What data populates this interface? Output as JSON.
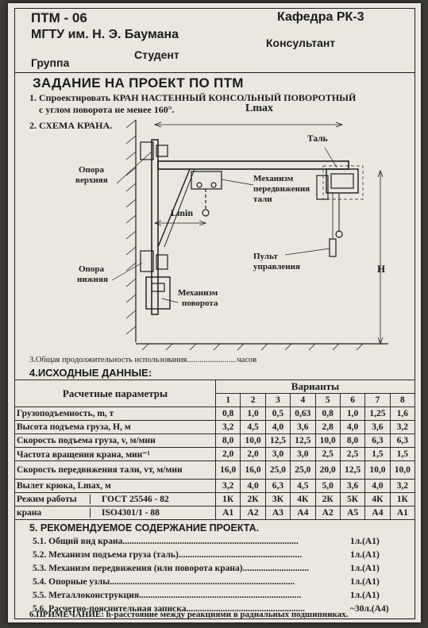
{
  "header": {
    "code": "ПТМ - 06",
    "department": "Кафедра РК-3",
    "university": "МГТУ им. Н. Э. Баумана",
    "consultant": "Консультант",
    "group": "Группа",
    "student": "Студент"
  },
  "title": "ЗАДАНИЕ НА ПРОЕКТ ПО ПТМ",
  "task1_line1": "1. Спроектировать КРАН НАСТЕННЫЙ КОНСОЛЬНЫЙ ПОВОРОТНЫЙ",
  "task1_line2": "с углом поворота   не менее 160°.",
  "lmax_label": "Lmax",
  "scheme_title": "2. СХЕМА КРАНА.",
  "diagram_labels": {
    "hoist": "Таль",
    "support_top_1": "Опора",
    "support_top_2": "верхняя",
    "trolley_mech_1": "Механизм",
    "trolley_mech_2": "передвижения",
    "trolley_mech_3": "тали",
    "lmin": "Lmin",
    "pendant_1": "Пульт",
    "pendant_2": "управления",
    "h": "H",
    "support_bottom_1": "Опора",
    "support_bottom_2": "нижняя",
    "rotation_mech_1": "Механизм",
    "rotation_mech_2": "поворота"
  },
  "task3": "3.Общая продолжительность использования........................часов",
  "task4": "4.ИСХОДНЫЕ ДАННЫЕ:",
  "table": {
    "param_header": "Расчетные параметры",
    "variants_header": "Варианты",
    "variant_numbers": [
      "1",
      "2",
      "3",
      "4",
      "5",
      "6",
      "7",
      "8"
    ],
    "rows": [
      {
        "label": "Грузоподъемность, m, т",
        "values": [
          "0,8",
          "1,0",
          "0,5",
          "0,63",
          "0,8",
          "1,0",
          "1,25",
          "1,6"
        ]
      },
      {
        "label": "Высота подъема груза, H, м",
        "values": [
          "3,2",
          "4,5",
          "4,0",
          "3,6",
          "2,8",
          "4,0",
          "3,6",
          "3,2"
        ]
      },
      {
        "label": "Скорость подъема груза, v, м/мин",
        "values": [
          "8,0",
          "10,0",
          "12,5",
          "12,5",
          "10,0",
          "8,0",
          "6,3",
          "6,3"
        ]
      },
      {
        "label": "Частота вращения крана, мин⁻¹",
        "values": [
          "2,0",
          "2,0",
          "3,0",
          "3,0",
          "2,5",
          "2,5",
          "1,5",
          "1,5"
        ]
      },
      {
        "label": "Скорость передвижения тали, vт, м/мин",
        "values": [
          "16,0",
          "16,0",
          "25,0",
          "25,0",
          "20,0",
          "12,5",
          "10,0",
          "10,0"
        ]
      },
      {
        "label": "Вылет крюка, Lmax, м",
        "values": [
          "3,2",
          "4,0",
          "6,3",
          "4,5",
          "5,0",
          "3,6",
          "4,0",
          "3,2"
        ]
      }
    ],
    "mode_label_1": "Режим работы",
    "mode_label_2": "крана",
    "standard_1": "ГОСТ 25546 - 82",
    "standard_2": "ISO4301/1 - 88",
    "mode_gost": [
      "1К",
      "2К",
      "3К",
      "4К",
      "2К",
      "5К",
      "4К",
      "1К"
    ],
    "mode_iso": [
      "А1",
      "А2",
      "А3",
      "А4",
      "А2",
      "А5",
      "А4",
      "А1"
    ]
  },
  "section5_title": "5. РЕКОМЕНДУЕМОЕ СОДЕРЖАНИЕ ПРОЕКТА.",
  "section5_items": [
    {
      "text": "5.1. Общий вид крана.............................................................................",
      "sheets": "1л.(А1)"
    },
    {
      "text": "5.2. Механизм подъема груза (таль)......................................................",
      "sheets": "1л.(А1)"
    },
    {
      "text": "5.3. Механизм передвижения (или поворота крана).............................",
      "sheets": "1л.(А1)"
    },
    {
      "text": "5.4. Опорные узлы.................................................................................",
      "sheets": "1л.(А1)"
    },
    {
      "text": "5.5. Металлоконструкция.......................................................................",
      "sheets": "1л.(А1)"
    },
    {
      "text": "5.6. Расчетно-пояснительная записка....................................................",
      "sheets": "~30л.(А4)"
    }
  ],
  "note": "6.ПРИМЕЧАНИЕ: h-расстояние между реакциями в радиальных подшипниках."
}
